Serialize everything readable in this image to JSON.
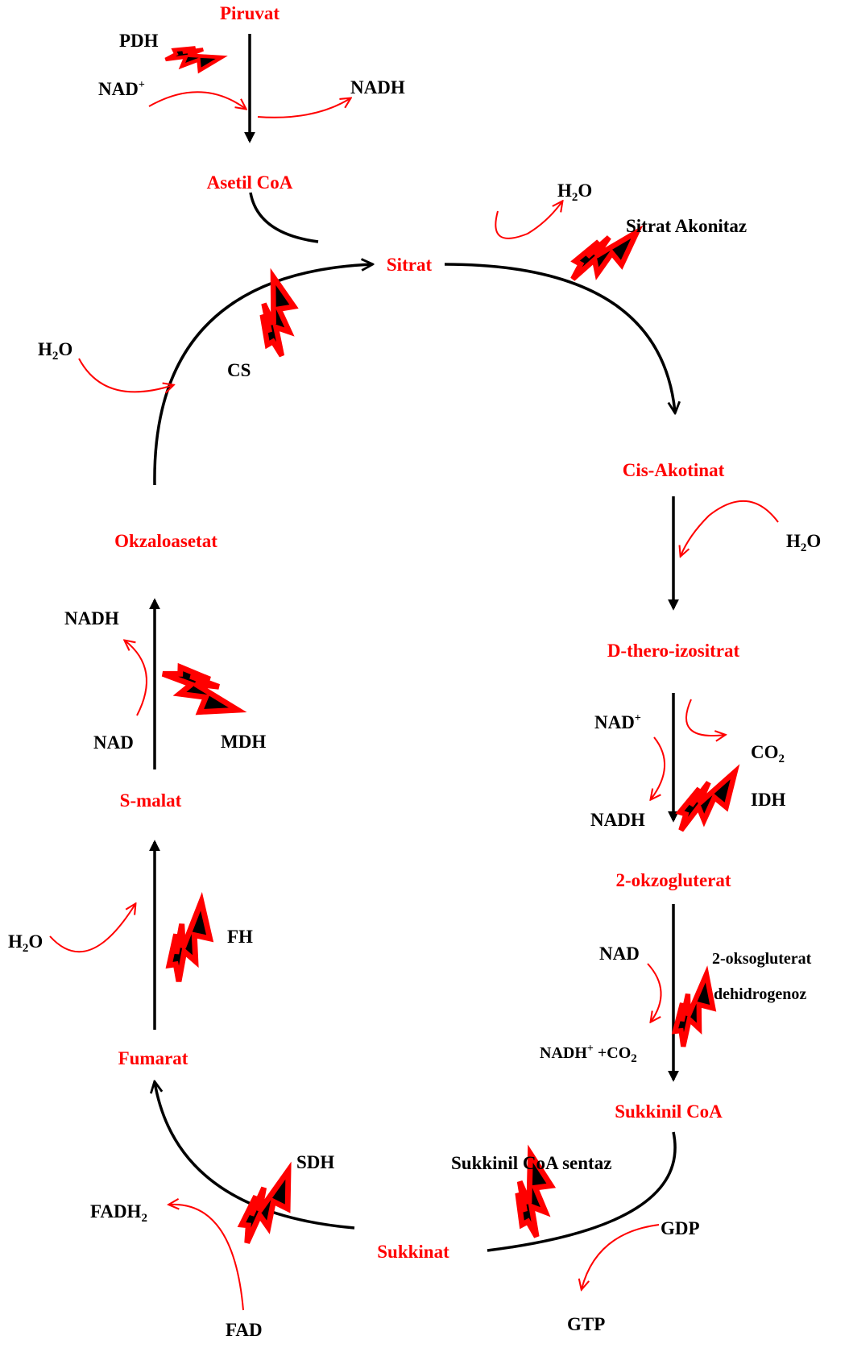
{
  "metabolites": {
    "piruvat": "Piruvat",
    "asetil_coa": "Asetil CoA",
    "sitrat": "Sitrat",
    "cis_akotinat": "Cis-Akotinat",
    "d_thero_izositrat": "D-thero-izositrat",
    "okzogluterat": "2-okzogluterat",
    "sukkinil_coa": "Sukkinil CoA",
    "sukkinat": "Sukkinat",
    "fumarat": "Fumarat",
    "s_malat": "S-malat",
    "okzaloasetat": "Okzaloasetat"
  },
  "enzymes": {
    "pdh": "PDH",
    "sitrat_akonitaz": "Sitrat Akonitaz",
    "cs": "CS",
    "idh": "IDH",
    "oksogluterat_dehidrogenoz_line1": "2-oksogluterat",
    "oksogluterat_dehidrogenoz_line2": "dehidrogenoz",
    "sukkinil_coa_sentaz": "Sukkinil CoA sentaz",
    "sdh": "SDH",
    "fh": "FH",
    "mdh": "MDH"
  },
  "cofactors": {
    "nad": "NAD",
    "nadh": "NADH",
    "plus": "+",
    "h": "H",
    "o": "O",
    "two": "2",
    "co": "CO",
    "nadh_co2_joiner": " +CO",
    "fadh": "FADH",
    "fad": "FAD",
    "gdp": "GDP",
    "gtp": "GTP"
  },
  "colors": {
    "metabolite_text": "#ff0000",
    "cofactor_arrow": "#ff0000",
    "main_arrow": "#000000",
    "enzyme_bolt_fill": "#000000",
    "enzyme_bolt_outline": "#ff0000"
  },
  "icons": [
    "lightning-bolt-icon"
  ]
}
